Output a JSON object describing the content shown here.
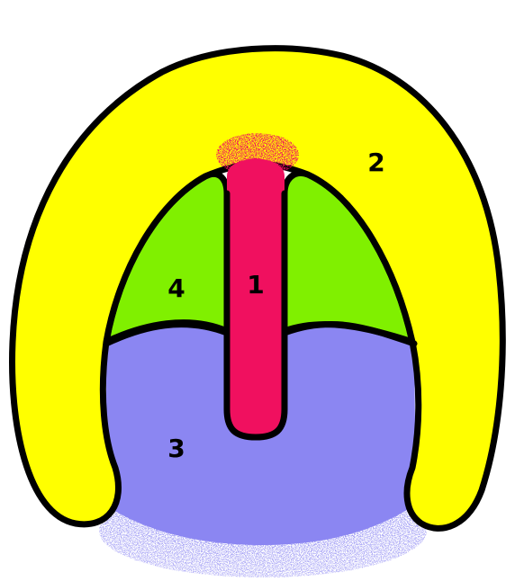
{
  "diagram": {
    "labels": {
      "region_1": "1",
      "region_2": "2",
      "region_3": "3",
      "region_4": "4"
    },
    "colors": {
      "background": "#ffffff",
      "region_1_fill": "#f0105f",
      "region_2_fill": "#ffff00",
      "region_3_fill": "#8b86f2",
      "region_4_fill": "#80f000",
      "outline": "#000000"
    }
  }
}
